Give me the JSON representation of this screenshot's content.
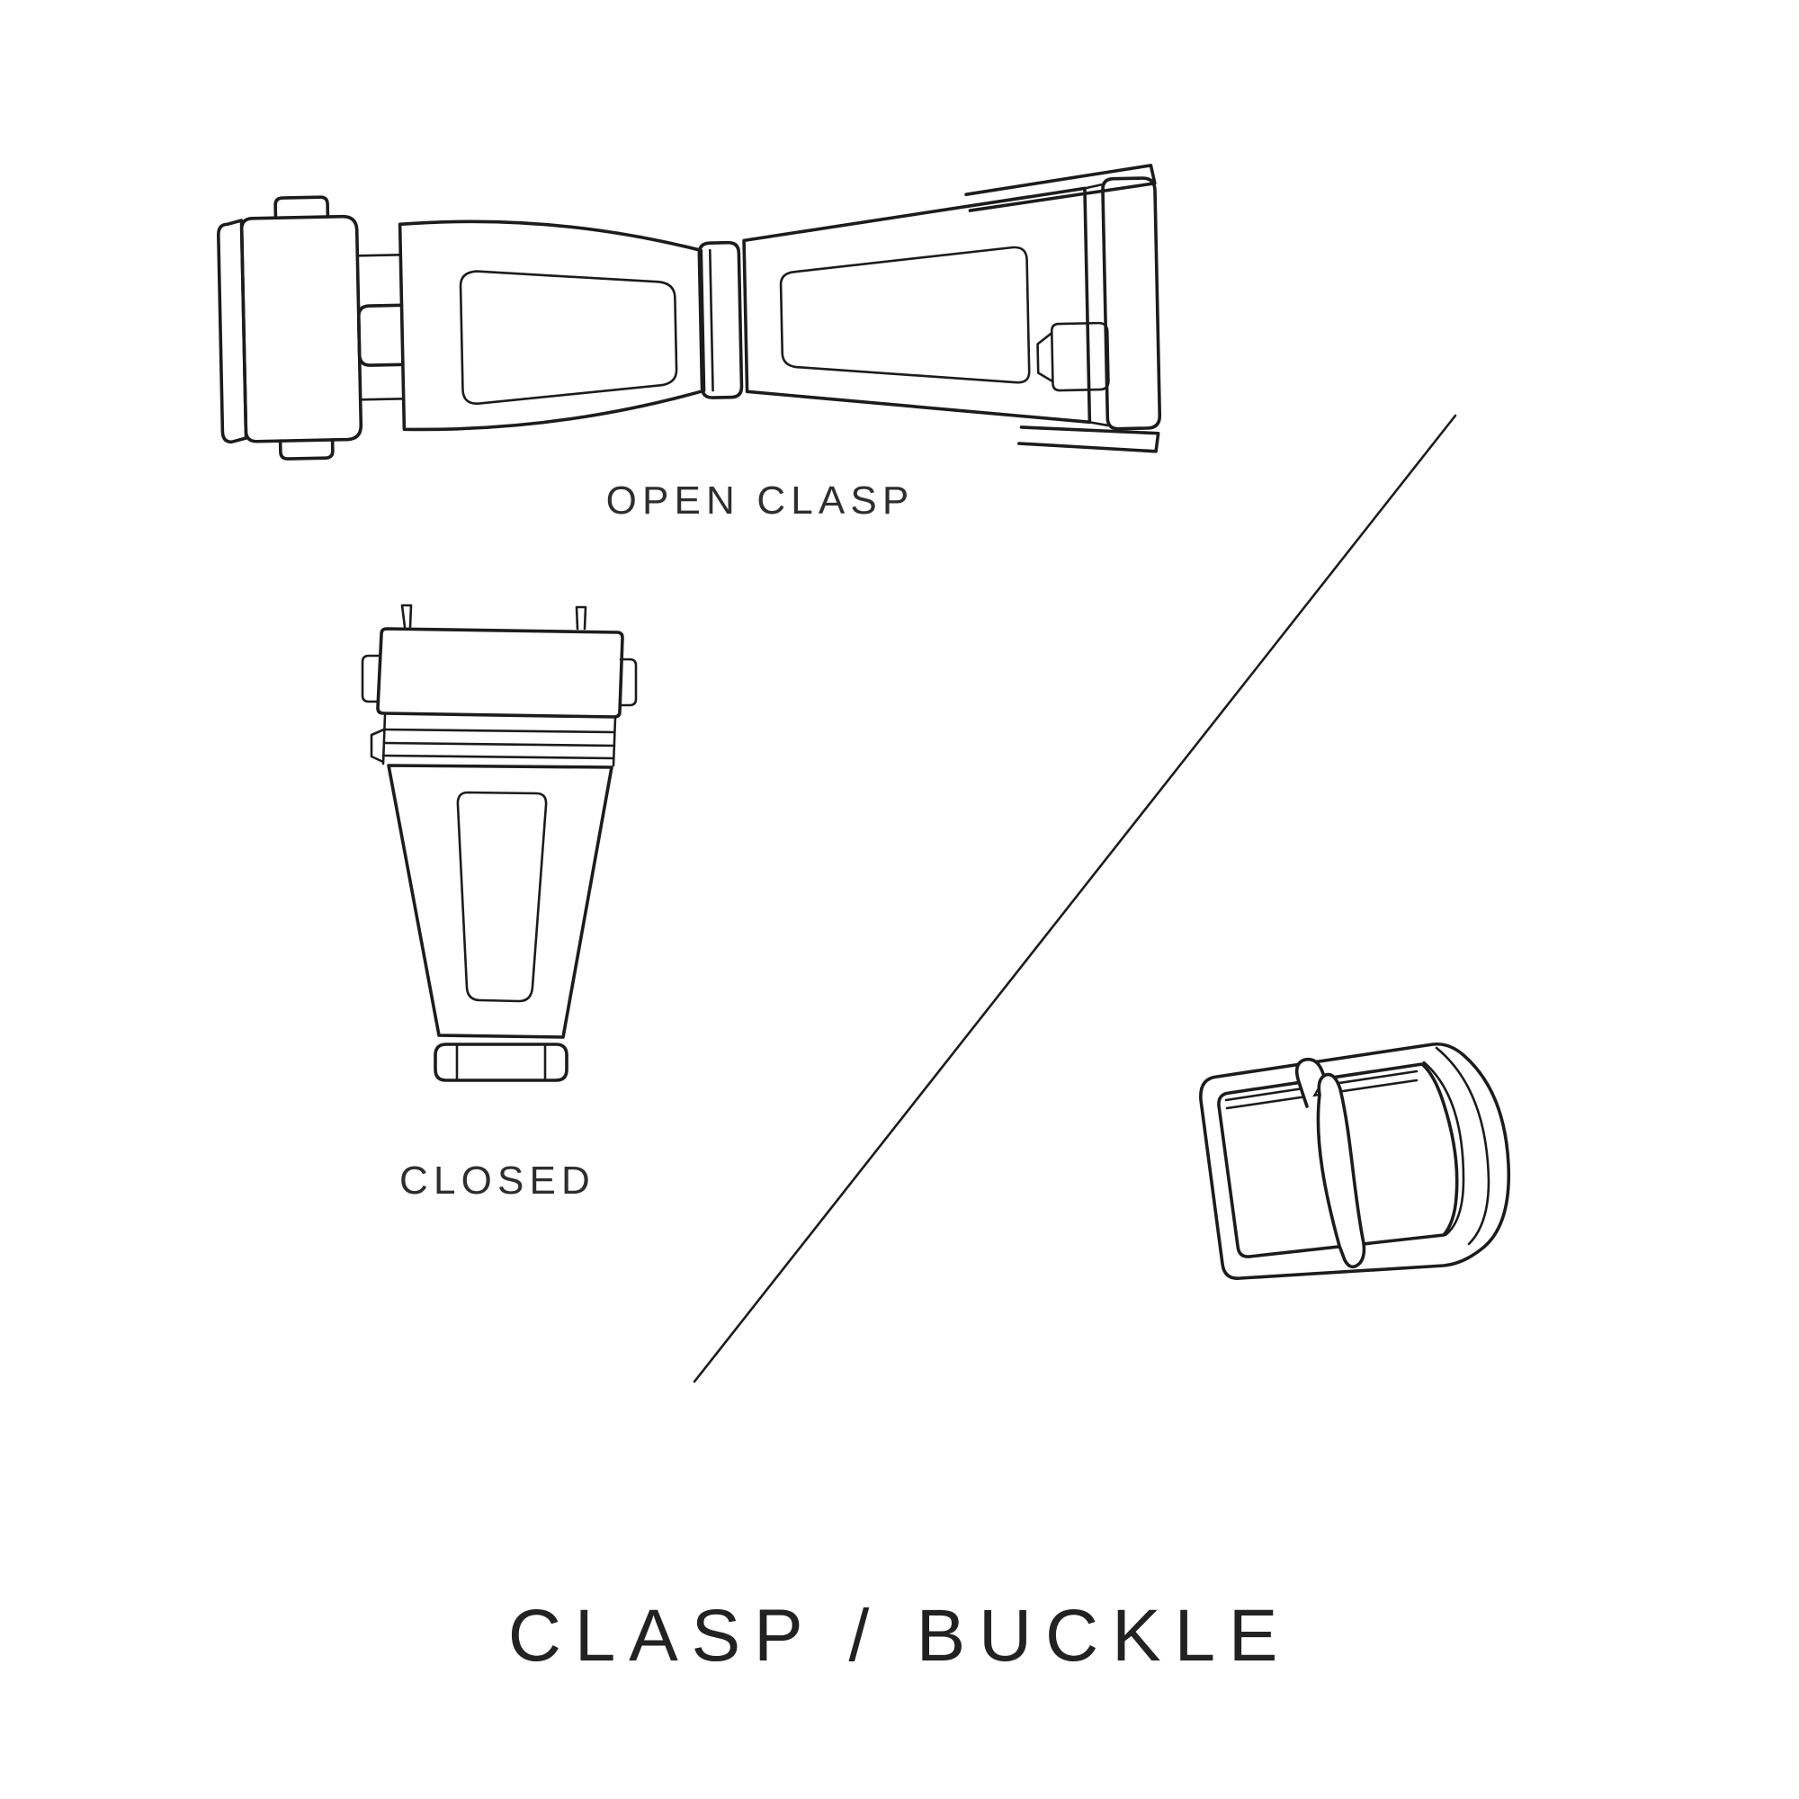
{
  "title": "CLASP / BUCKLE",
  "illustrations": {
    "open_clasp": {
      "label": "OPEN CLASP"
    },
    "closed_clasp": {
      "label": "CLOSED"
    },
    "pin_buckle": {
      "label": ""
    }
  },
  "colors": {
    "line": "#1c1c1c",
    "text": "#2e2e2e",
    "background": "#ffffff"
  }
}
